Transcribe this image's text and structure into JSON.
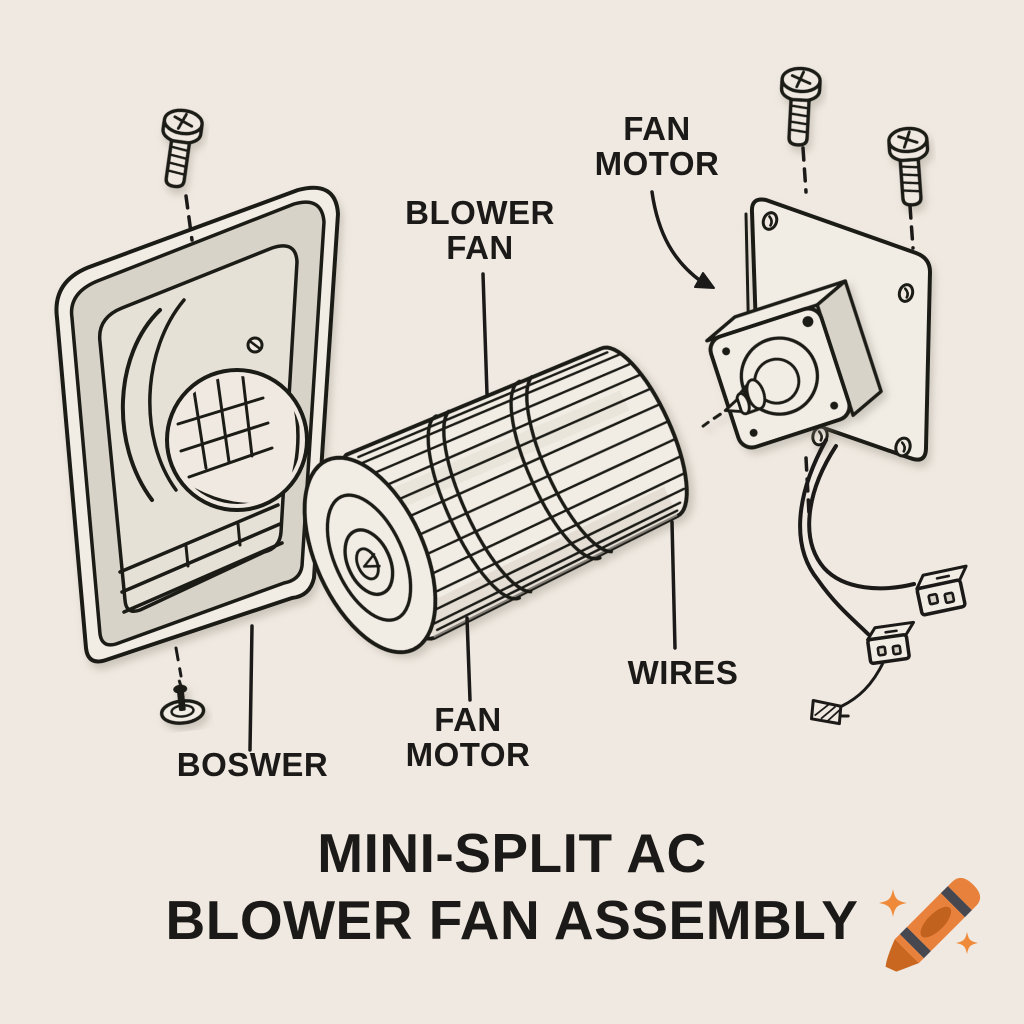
{
  "title": {
    "line1": "MINI-SPLIT AC",
    "line2": "BLOWER FAN ASSEMBLY"
  },
  "callouts": {
    "blower_fan": {
      "line1": "BLOWER",
      "line2": "FAN"
    },
    "fan_motor_top": {
      "line1": "FAN",
      "line2": "MOTOR"
    },
    "boswer": {
      "line1": "BOSWER"
    },
    "fan_motor_bottom": {
      "line1": "FAN",
      "line2": "MOTOR"
    },
    "wires": {
      "line1": "WIRES"
    }
  },
  "icons": {
    "crayon": "crayon-icon",
    "sparkle": "sparkle-icon"
  },
  "colors": {
    "background": "#efe9e1",
    "ink": "#1c1a18",
    "shade": "#d8d3c8",
    "crayon_orange": "#e8813b",
    "crayon_stripe": "#47474f",
    "crayon_tip": "#c9661f",
    "crayon_oval": "#c2621f",
    "sparkle": "#ef8a3a"
  }
}
